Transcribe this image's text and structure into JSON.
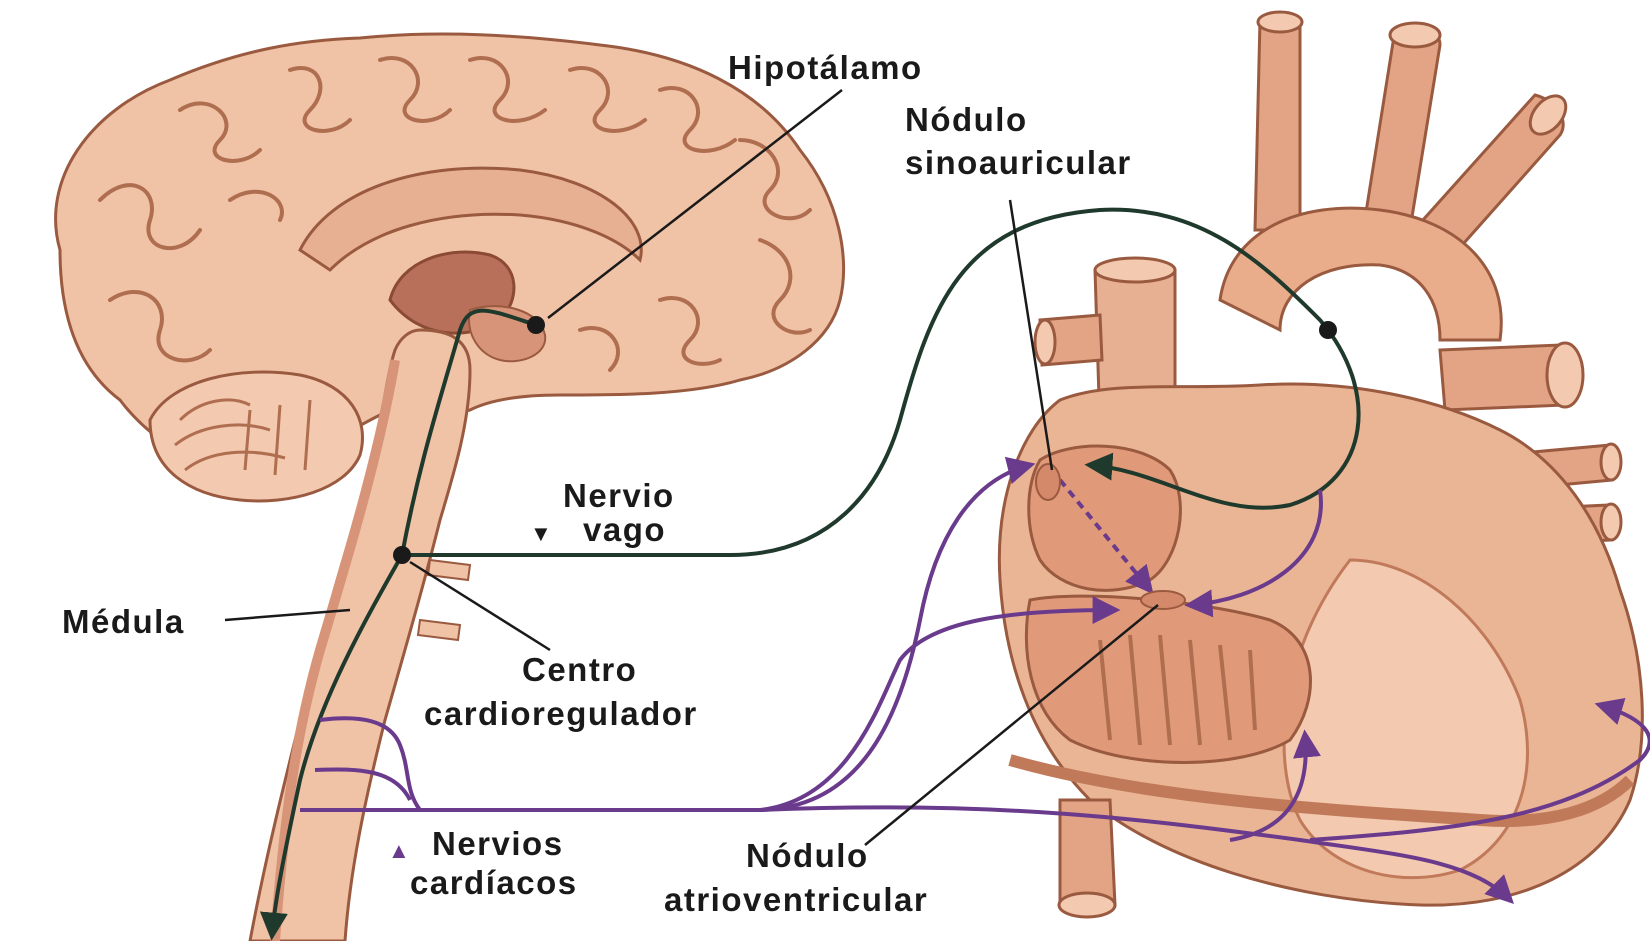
{
  "labels": {
    "hypothalamus": "Hipotálamo",
    "sa_node_line1": "Nódulo",
    "sa_node_line2": "sinoauricular",
    "vagus_line1": "Nervio",
    "vagus_line2": "vago",
    "vagus_marker": "▼",
    "medulla": "Médula",
    "center_line1": "Centro",
    "center_line2": "cardioregulador",
    "cardiac_marker": "▲",
    "cardiac_line1": "Nervios",
    "cardiac_line2": "cardíacos",
    "av_node_line1": "Nódulo",
    "av_node_line2": "atrioventricular"
  },
  "colors": {
    "tissue_light": "#f3c9b0",
    "tissue_mid": "#e2a484",
    "tissue_dark": "#c07a5a",
    "tissue_outline": "#9a5a40",
    "vagus_nerve": "#1f3a2c",
    "cardiac_nerves": "#6a3a8c",
    "label_text": "#1a1a1a"
  }
}
